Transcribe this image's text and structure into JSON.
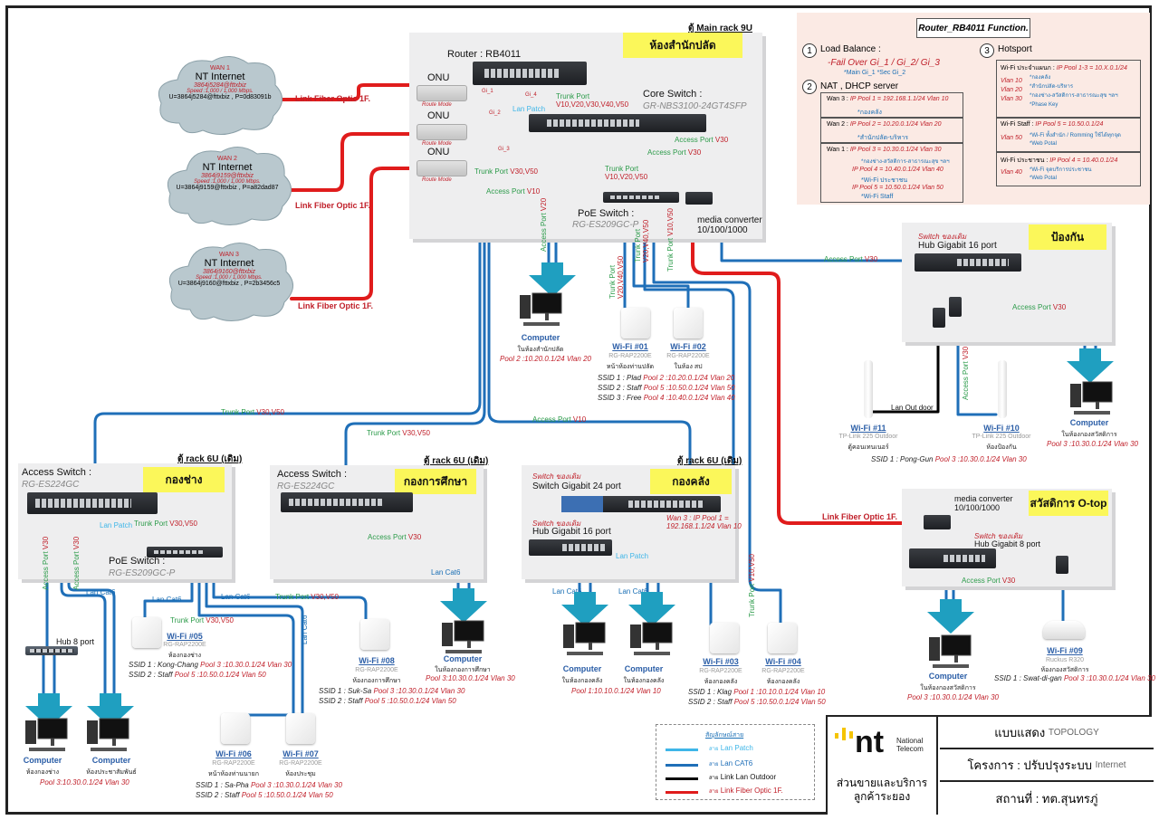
{
  "main_rack": {
    "rack_label": "ตู้ Main rack 9U",
    "room": "ห้องสำนักปลัด",
    "router_title": "Router : RB4011",
    "core_switch_title": "Core Switch :",
    "core_switch_model": "GR-NBS3100-24GT4SFP",
    "poe_switch_title": "PoE Switch :",
    "poe_switch_model": "RG-ES209GC-P",
    "media_converter": [
      "media converter",
      "10/100/1000"
    ],
    "onu_label": "ONU",
    "onu_mode": "Route  Mode",
    "ports": {
      "gi1": "Gi_1",
      "gi2": "Gi_2",
      "gi3": "Gi_3",
      "gi4": "Gi_4"
    },
    "lan_patch": "Lan Patch",
    "trunk_all": {
      "name": "Trunk Port",
      "vlans": "V10,V20,V30,V40,V50"
    },
    "trunk_v30v50": {
      "name": "Trunk Port",
      "vlans": "V30,V50"
    },
    "access_v10": {
      "name": "Access Port",
      "vlans": "V10"
    },
    "access_v30": {
      "name": "Access Port",
      "vlans": "V30"
    },
    "access_v20": {
      "name": "Access Port",
      "vlans": "V20"
    },
    "trunk_poe": {
      "name": "Trunk Port",
      "vlans": "V10,V20,V50"
    },
    "trunk_wifi1": {
      "name": "Trunk Port",
      "vlans": "V20,V40,V50"
    },
    "trunk_wifi2": {
      "name": "Trunk Port",
      "vlans": "V20,V40,V50"
    },
    "trunk_v10v50": {
      "name": "Trunk Port",
      "vlans": "V10,V50"
    }
  },
  "wans": [
    {
      "name": "WAN 1",
      "provider": "NT Internet",
      "account": "3864j5284@fttxbiz",
      "speed": "Speed :1,000 / 1,000 Mbps.",
      "cred": "U=3864j5284@fttxbiz , P=0d83091b"
    },
    {
      "name": "WAN 2",
      "provider": "NT Internet",
      "account": "3864j9159@fttxbiz",
      "speed": "Speed :1,000 / 1,000 Mbps.",
      "cred": "U=3864j9159@fttxbiz , P=a82dad87"
    },
    {
      "name": "WAN 3",
      "provider": "NT Internet",
      "account": "3864j9160@fttxbiz",
      "speed": "Speed :1,000 / 1,000 Mbps.",
      "cred": "U=3864j9160@fttxbiz , P=2b3456c5"
    }
  ],
  "fiber_label": "Link Fiber Optic 1F.",
  "router_function": {
    "title": "Router_RB4011 Function.",
    "s1": {
      "num": "1",
      "title": "Load Balance :",
      "failover": "-Fail Over  Gi_1 / Gi_2/ Gi_3",
      "note": "*Main Gi_1  *Sec Gi_2"
    },
    "s2": {
      "num": "2",
      "title": "NAT , DHCP server",
      "wan3": {
        "head": "Wan 3 :",
        "pool": "IP Pool 1 = 192.168.1.1/24  Vlan 10",
        "note": "*กองคลัง"
      },
      "wan2": {
        "head": "Wan 2 :",
        "pool": "IP Pool 2 = 10.20.0.1/24  Vlan 20",
        "note": "*สำนักปลัด-บริหาร"
      },
      "wan1": {
        "head": "Wan 1 :",
        "pool3": "IP Pool 3 = 10.30.0.1/24  Vlan 30",
        "note3": "*กองช่าง-สวัสดิการ-สาธารณะสุข ฯลฯ",
        "pool4": "IP Pool 4 = 10.40.0.1/24  Vlan 40",
        "note4": "*Wi-Fi ประชาชน",
        "pool5": "IP Pool 5 = 10.50.0.1/24  Vlan 50",
        "note5": "*Wi-Fi Staff"
      }
    },
    "s3": {
      "num": "3",
      "title": "Hotsport",
      "b1": {
        "head": "Wi-Fi ประจำแผนก :",
        "pool": "IP Pool 1-3 = 10.X.0.1/24",
        "vlans": [
          "Vlan 10",
          "Vlan 20",
          "Vlan 30"
        ],
        "notes": [
          "*กองคลัง",
          "*สำนักปลัด-บริหาร",
          "*กองช่าง-สวัสดิการ-สาธารณะสุข ฯลฯ",
          "*Phase Key"
        ]
      },
      "b2": {
        "head": "Wi-Fi Staff :",
        "pool": "IP Pool 5 = 10.50.0.1/24",
        "vlan": "Vlan 50",
        "notes": [
          "*Wi-Fi ทั้งสำนัก / Romming ใช้ได้ทุกจุด",
          "*Web Potal"
        ]
      },
      "b3": {
        "head": "Wi-Fi ประชาชน :",
        "pool": "IP Pool 4 = 10.40.0.1/24",
        "vlan": "Vlan 40",
        "notes": [
          "*Wi-Fi จุดบริการประชาชน",
          "*Web Potal"
        ]
      }
    }
  },
  "pongkan": {
    "room": "ป้องกัน",
    "switch_note": "Switch ของเดิม",
    "hub": "Hub Gigabit 16 port",
    "access": {
      "name": "Access Port",
      "vlans": "V30"
    },
    "lan_outdoor": "Lan Out door",
    "wifi11": {
      "name": "Wi-Fi #11",
      "model": "TP-Link 225 Outdoor",
      "room": "ตู้คอนเทนเนอร์"
    },
    "wifi10": {
      "name": "Wi-Fi #10",
      "model": "TP-Link 225 Outdoor",
      "room": "ห้องป้องกัน"
    },
    "ssid": {
      "label": "SSID 1 : Pong-Gun",
      "pool": "Pool 3 :10.30.0.1/24  Vlan 30"
    },
    "computer": {
      "name": "Computer",
      "room": "ในห้องกองสวัสดิการ",
      "pool": "Pool 3 :10.30.0.1/24  Vlan 30"
    }
  },
  "otop": {
    "room": "สวัสดิการ O-top",
    "media_converter": [
      "media converter",
      "10/100/1000"
    ],
    "switch_note": "Switch ของเดิม",
    "hub": "Hub Gigabit 8 port",
    "access": {
      "name": "Access Port",
      "vlans": "V30"
    },
    "wifi09": {
      "name": "Wi-Fi #09",
      "model": "Ruckus R320",
      "room": "ห้องกองสวัสดิการ"
    },
    "ssid": {
      "label": "SSID 1 : Swat-di-gan",
      "pool": "Pool 3 :10.30.0.1/24  Vlan 30"
    },
    "computer": {
      "name": "Computer",
      "room": "ในห้องกองสวัสดิการ",
      "pool": "Pool 3 :10.30.0.1/24  Vlan 30"
    }
  },
  "sam_pc": {
    "name": "Computer",
    "room": "ในห้องสำนักปลัด",
    "pool": "Pool 2 :10.20.0.1/24  Vlan 20"
  },
  "wifi01": {
    "name": "Wi-Fi #01",
    "model": "RG-RAP2200E",
    "room": "หน้าห้องท่านปลัด"
  },
  "wifi02": {
    "name": "Wi-Fi #02",
    "model": "RG-RAP2200E",
    "room": "ในห้อง สป"
  },
  "wifi0102_ssid": [
    {
      "label": "SSID 1 : Plad",
      "pool": "Pool 2 :10.20.0.1/24  Vlan 20"
    },
    {
      "label": "SSID 2 : Staff",
      "pool": "Pool 5 :10.50.0.1/24  Vlan 50"
    },
    {
      "label": "SSID 3 : Free",
      "pool": "Pool 4 :10.40.0.1/24  Vlan 40"
    }
  ],
  "links": {
    "trunk_v30v50": {
      "name": "Trunk Port",
      "vlans": "V30,V50"
    },
    "access_v10": {
      "name": "Access Port",
      "vlans": "V10"
    },
    "lan_cat6": "Lan Cat6",
    "lan_patch": "Lan Patch"
  },
  "kongchang": {
    "rack_label": "ตู้ rack 6U (เดิม)",
    "room": "กองช่าง",
    "switch_title": "Access Switch :",
    "switch_model": "RG-ES224GC",
    "poe_title": "PoE Switch :",
    "poe_model": "RG-ES209GC-P",
    "hub": "Hub 8 port",
    "access": {
      "name": "Access Port",
      "vlans": "V30"
    },
    "wifi05": {
      "name": "Wi-Fi #05",
      "model": "RG-RAP2200E",
      "room": "ห้องกองช่าง"
    },
    "wifi05_ssid": [
      {
        "label": "SSID 1 : Kong-Chang",
        "pool": "Pool 3 :10.30.0.1/24  Vlan 30"
      },
      {
        "label": "SSID 2 : Staff",
        "pool": "Pool 5 :10.50.0.1/24  Vlan 50"
      }
    ],
    "wifi06": {
      "name": "Wi-Fi #06",
      "model": "RG-RAP2200E",
      "room": "หน้าห้องท่านนายก"
    },
    "wifi07": {
      "name": "Wi-Fi #07",
      "model": "RG-RAP2200E",
      "room": "ห้องประชุม"
    },
    "wifi0607_ssid": [
      {
        "label": "SSID 1 : Sa-Pha",
        "pool": "Pool 3 :10.30.0.1/24  Vlan 30"
      },
      {
        "label": "SSID 2 : Staff",
        "pool": "Pool 5 :10.50.0.1/24  Vlan 50"
      }
    ],
    "pc1": {
      "name": "Computer",
      "room": "ห้องกองช่าง"
    },
    "pc2": {
      "name": "Computer",
      "room": "ห้องประชาสัมพันธ์"
    },
    "pc_pool": "Pool 3:10.30.0.1/24  Vlan 30"
  },
  "education": {
    "rack_label": "ตู้ rack 6U (เดิม)",
    "room": "กองการศึกษา",
    "switch_title": "Access Switch :",
    "switch_model": "RG-ES224GC",
    "access": {
      "name": "Access Port",
      "vlans": "V30"
    },
    "wifi08": {
      "name": "Wi-Fi #08",
      "model": "RG-RAP2200E",
      "room": "ห้องกองการศึกษา"
    },
    "wifi08_ssid": [
      {
        "label": "SSID 1 : Suk-Sa",
        "pool": "Pool 3 :10.30.0.1/24  Vlan 30"
      },
      {
        "label": "SSID 2 : Staff",
        "pool": "Pool 5 :10.50.0.1/24  Vlan 50"
      }
    ],
    "pc": {
      "name": "Computer",
      "room": "ในห้องกองการศึกษา",
      "pool": "Pool 3:10.30.0.1/24  Vlan 30"
    }
  },
  "finance": {
    "rack_label": "ตู้ rack 6U (เดิม)",
    "room": "กองคลัง",
    "switch_note": "Switch ของเดิม",
    "switch24": "Switch Gigabit 24 port",
    "hub16_note": "Switch ของเดิม",
    "hub16": "Hub Gigabit 16 port",
    "wan_note": [
      "Wan 3 : IP Pool 1 =",
      "192.168.1.1/24  Vlan 10"
    ],
    "pc1": {
      "name": "Computer",
      "room": "ในห้องกองคลัง"
    },
    "pc2": {
      "name": "Computer",
      "room": "ในห้องกองคลัง"
    },
    "pc_pool": "Pool 1:10.10.0.1/24  Vlan 10",
    "wifi03": {
      "name": "Wi-Fi #03",
      "model": "RG-RAP2200E",
      "room": "ห้องกองคลัง"
    },
    "wifi04": {
      "name": "Wi-Fi #04",
      "model": "RG-RAP2200E",
      "room": "ห้องกองคลัง"
    },
    "wifi_ssid": [
      {
        "label": "SSID 1 : Klag",
        "pool": "Pool 1 :10.10.0.1/24  Vlan 10"
      },
      {
        "label": "SSID 2 : Staff",
        "pool": "Pool 5 :10.50.0.1/24  Vlan 50"
      }
    ]
  },
  "legend": {
    "title": "สัญลักษณ์สาย",
    "items": [
      {
        "prefix": "สาย",
        "label": "Lan Patch",
        "color": "#3fb6e8"
      },
      {
        "prefix": "สาย",
        "label": "Lan CAT6",
        "color": "#1f6fb8"
      },
      {
        "prefix": "สาย",
        "label": "Link Lan Outdoor",
        "color": "#000000"
      },
      {
        "prefix": "สาย",
        "label": "Link Fiber Optic 1F.",
        "color": "#e01c1c"
      }
    ]
  },
  "title_block": {
    "logo_text": "nt",
    "logo_sub": [
      "National",
      "Telecom"
    ],
    "dept": [
      "ส่วนขายและบริการ",
      "ลูกค้าระยอง"
    ],
    "row1": {
      "th": "แบบแสดง",
      "en": "TOPOLOGY"
    },
    "row2": {
      "th": "โครงการ : ปรับปรุงระบบ",
      "en": "Internet"
    },
    "row3": "สถานที่ : ทต.สุนทรภู่"
  },
  "colors": {
    "patch": "#3fb6e8",
    "cat6": "#1f6fb8",
    "outdoor": "#000000",
    "fiber": "#e01c1c",
    "room_tag": "#fbf75a"
  }
}
